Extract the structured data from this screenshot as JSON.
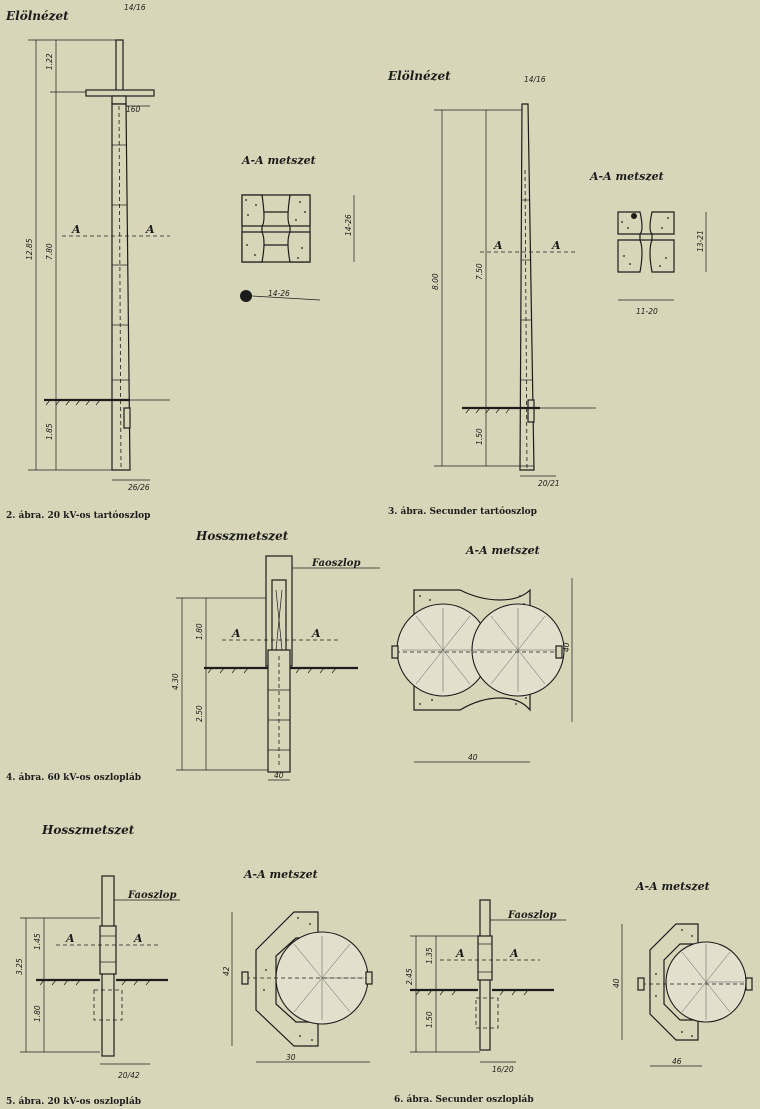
{
  "fig2": {
    "view_label": "Elölnézet",
    "section_label": "A-A metszet",
    "cut_a": "A",
    "dim_top": "14/16",
    "dim_upper": "1.22",
    "dim_total": "12.85",
    "dim_mid": "7.80",
    "dim_lower": "1.85",
    "dim_crossarm": "160",
    "dim_base": "26/26",
    "dim_section_h": "14-26",
    "dim_section_w": "14-26",
    "caption": "2. ábra. 20 kV-os tartóoszlop"
  },
  "fig3": {
    "view_label": "Elölnézet",
    "section_label": "A-A metszet",
    "cut_a": "A",
    "dim_top": "14/16",
    "dim_total": "8.00",
    "dim_mid": "7.50",
    "dim_lower": "1.50",
    "dim_base": "20/21",
    "dim_section_h": "13-21",
    "dim_section_w": "11-20",
    "caption": "3. ábra. Secunder tartóoszlop"
  },
  "fig4": {
    "view_label": "Hosszmetszet",
    "section_label": "A-A metszet",
    "pole_label": "Faoszlop",
    "cut_a": "A",
    "dim_total": "4.30",
    "dim_upper": "1.80",
    "dim_lower": "2.50",
    "dim_base": "40",
    "dim_section_h": "40",
    "dim_section_w": "40",
    "caption": "4. ábra. 60 kV-os oszlopláb"
  },
  "fig5": {
    "view_label": "Hosszmetszet",
    "section_label": "A-A metszet",
    "pole_label": "Faoszlop",
    "cut_a": "A",
    "dim_total": "3.25",
    "dim_upper": "1.45",
    "dim_lower": "1.80",
    "dim_base": "20/42",
    "dim_section_h": "42",
    "dim_section_w": "30",
    "caption": "5. ábra. 20 kV-os oszlopláb"
  },
  "fig6": {
    "view_label": "",
    "section_label": "A-A metszet",
    "pole_label": "Faoszlop",
    "cut_a": "A",
    "dim_total": "2.45",
    "dim_upper": "1.35",
    "dim_lower": "1.50",
    "dim_base": "16/20",
    "dim_section_h": "40",
    "dim_section_w": "46",
    "caption": "6. ábra. Secunder oszlopláb"
  }
}
